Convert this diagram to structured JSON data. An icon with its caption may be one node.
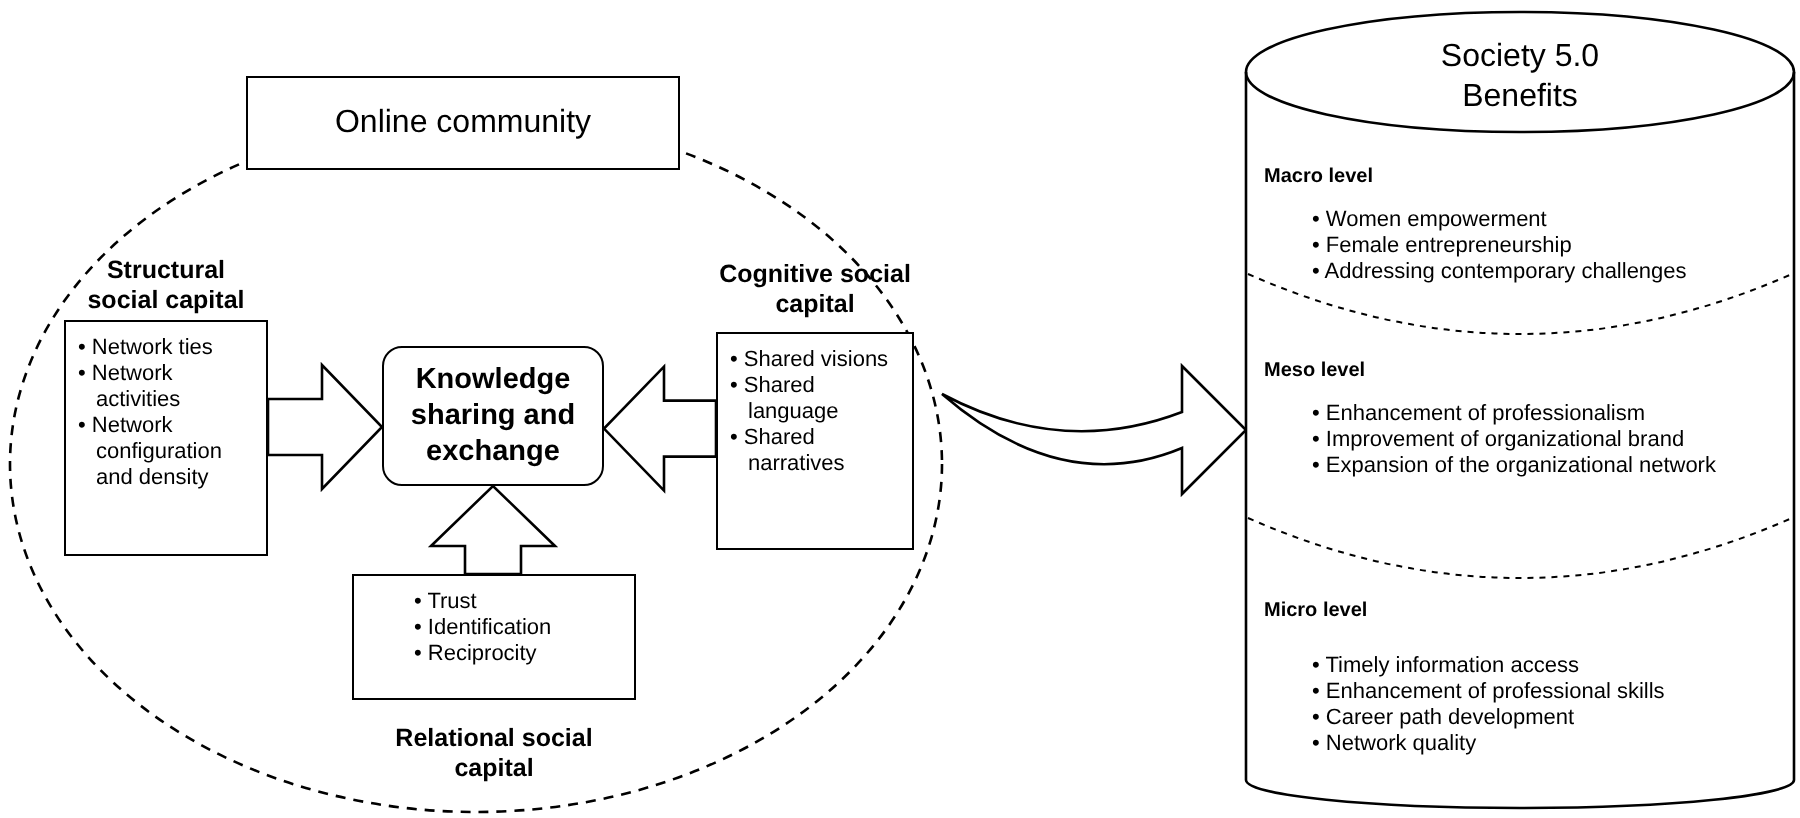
{
  "diagram": {
    "nodes": [
      {
        "text": [
          "Online community"
        ]
      },
      {
        "text": [
          "Structural social capital",
          "• Network ties",
          "• Network activities",
          "• Network configuration and density"
        ],
        "in": 0
      },
      {
        "text": [
          "Knowledge sharing and exchange"
        ],
        "in": 0
      },
      {
        "text": [
          "Cognitive social capital",
          "• Shared visions",
          "• Shared language",
          "• Shared narratives"
        ],
        "in": 0
      },
      {
        "text": [
          "Relational social capital",
          "• Trust",
          "• Identification",
          "• Reciprocity"
        ],
        "in": 0
      },
      {
        "text": [
          "Society 5.0 Benefits"
        ]
      },
      {
        "text": [
          "Macro level",
          "• Women empowerment",
          "• Female entrepreneurship",
          "• Addressing contemporary challenges"
        ],
        "in": 5
      },
      {
        "text": [
          "Meso level",
          "• Enhancement of professionalism",
          "• Improvement of organizational brand",
          "• Expansion of the organizational network"
        ],
        "in": 5
      },
      {
        "text": [
          "Micro level",
          "• Timely information access",
          "• Enhancement of professional skills",
          "• Career path development",
          "• Network quality"
        ],
        "in": 5
      }
    ],
    "edges": [
      {
        "from": 1,
        "to": 2,
        "arrow": "to"
      },
      {
        "from": 3,
        "to": 2,
        "arrow": "to"
      },
      {
        "from": 4,
        "to": 2,
        "arrow": "to"
      },
      {
        "from": 0,
        "to": 5,
        "arrow": "to"
      }
    ]
  }
}
